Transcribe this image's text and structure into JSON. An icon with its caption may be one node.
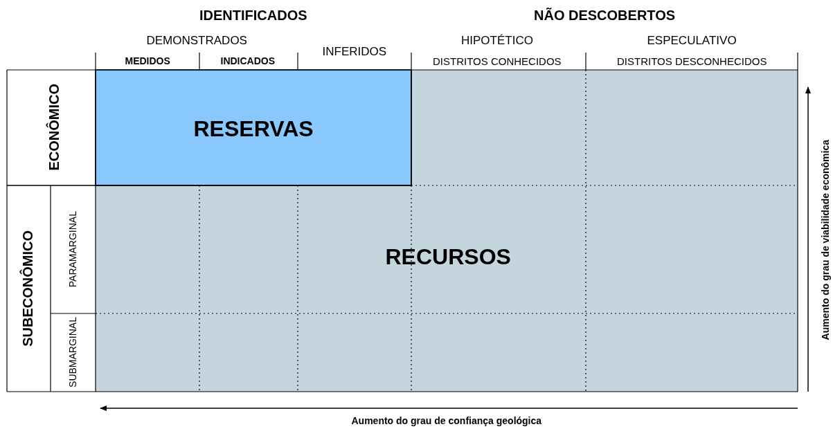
{
  "diagram": {
    "nodes": [
      {
        "text": [
          "RECURSOS"
        ]
      },
      {
        "text": [
          "RESERVAS"
        ],
        "in": 0
      }
    ],
    "edges": [],
    "labels": [
      "IDENTIFICADOS",
      "NÃO DESCOBERTOS",
      "DEMONSTRADOS",
      "INFERIDOS",
      "HIPOTÉTICO",
      "ESPECULATIVO",
      "MEDIDOS",
      "INDICADOS",
      "DISTRITOS CONHECIDOS",
      "DISTRITOS DESCONHECIDOS",
      "ECONÔMICO",
      "SUBECONÔMICO",
      "PARAMARGINAL",
      "SUBMARGINAL",
      "Aumento do grau de viabilidade econômica",
      "Aumento do grau de confiança geológica"
    ]
  }
}
